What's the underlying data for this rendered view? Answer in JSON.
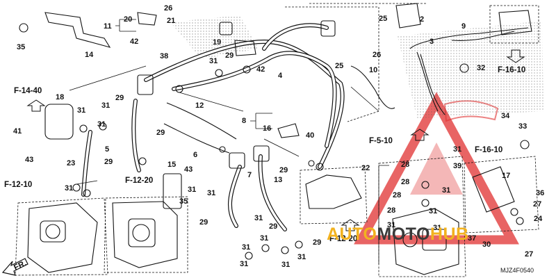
{
  "diagram": {
    "part_numbers": [
      "35",
      "14",
      "11",
      "20",
      "21",
      "26",
      "42",
      "38",
      "19",
      "29",
      "42",
      "31",
      "4",
      "25",
      "26",
      "10",
      "3",
      "9",
      "2",
      "25",
      "32",
      "18",
      "31",
      "31",
      "29",
      "41",
      "5",
      "12",
      "31",
      "29",
      "6",
      "23",
      "43",
      "29",
      "31",
      "16",
      "8",
      "40",
      "22",
      "34",
      "33",
      "39",
      "17",
      "36",
      "7",
      "15",
      "43",
      "31",
      "35",
      "29",
      "31",
      "13",
      "29",
      "29",
      "31",
      "31",
      "31",
      "31",
      "31",
      "29",
      "31",
      "28",
      "31",
      "28",
      "28",
      "31",
      "28",
      "31",
      "31",
      "37",
      "30",
      "24",
      "27",
      "27",
      "31"
    ],
    "refs": [
      "F-14-40",
      "F-12-10",
      "F-12-20",
      "F-5-10",
      "F-16-10",
      "F-16-10",
      "F-12-20"
    ],
    "direction_label": "FR.",
    "diagram_code": "MJZ4F0540",
    "watermark": {
      "left": "AUTO",
      "middle": "MOTO",
      "right": "HUB"
    }
  }
}
